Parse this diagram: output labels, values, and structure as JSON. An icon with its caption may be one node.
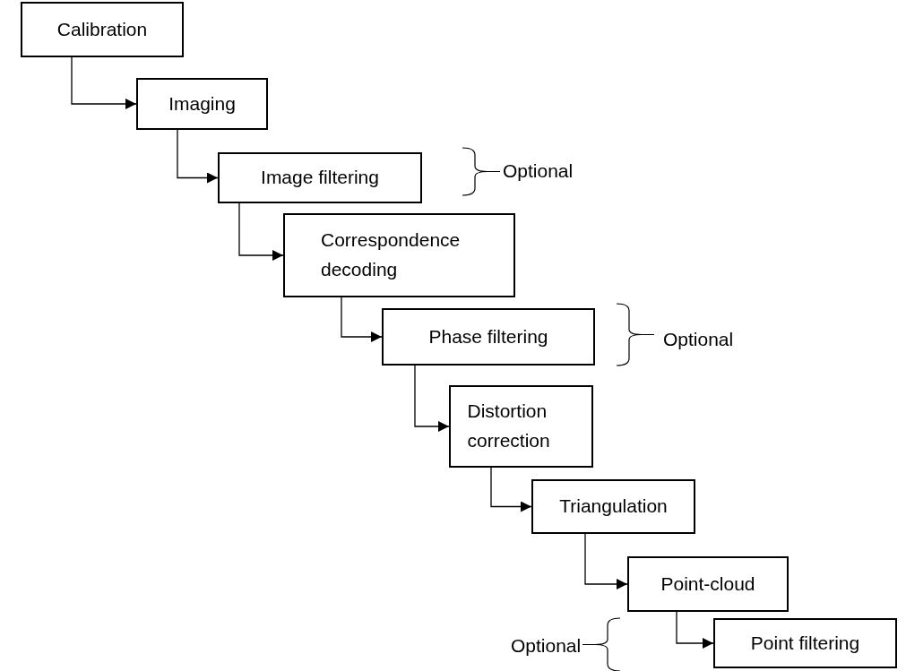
{
  "diagram": {
    "nodes": [
      {
        "text": [
          "Calibration"
        ]
      },
      {
        "text": [
          "Imaging"
        ]
      },
      {
        "text": [
          "Image filtering"
        ]
      },
      {
        "text": [
          "Correspondence decoding"
        ]
      },
      {
        "text": [
          "Phase filtering"
        ]
      },
      {
        "text": [
          "Distortion correction"
        ]
      },
      {
        "text": [
          "Triangulation"
        ]
      },
      {
        "text": [
          "Point-cloud"
        ]
      },
      {
        "text": [
          "Point filtering"
        ]
      }
    ],
    "edges": [
      {
        "from": 0,
        "to": 1,
        "arrow": "to"
      },
      {
        "from": 1,
        "to": 2,
        "arrow": "to"
      },
      {
        "from": 2,
        "to": 3,
        "arrow": "to"
      },
      {
        "from": 3,
        "to": 4,
        "arrow": "to"
      },
      {
        "from": 4,
        "to": 5,
        "arrow": "to"
      },
      {
        "from": 5,
        "to": 6,
        "arrow": "to"
      },
      {
        "from": 6,
        "to": 7,
        "arrow": "to"
      },
      {
        "from": 7,
        "to": 8,
        "arrow": "to"
      }
    ],
    "labels": [
      "Optional",
      "Optional",
      "Optional"
    ]
  }
}
